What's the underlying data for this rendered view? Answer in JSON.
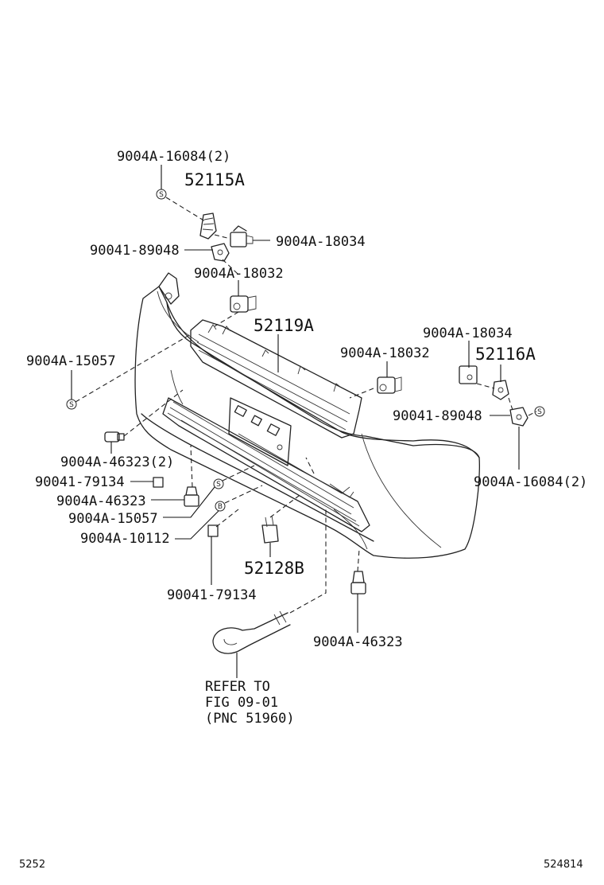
{
  "diagram": {
    "labels": {
      "bolt_16084": "9004A-16084(2)",
      "retainer_52115A": "52115A",
      "clip_18034_upper": "9004A-18034",
      "nut_89048_left": "90041-89048",
      "clip_18032_upper": "9004A-18032",
      "grille_52119A": "52119A",
      "screw_15057_left": "9004A-15057",
      "clip_18034_right": "9004A-18034",
      "retainer_52116A": "52116A",
      "clip_18032_right": "9004A-18032",
      "nut_89048_right": "90041-89048",
      "bolt_16084_right": "9004A-16084(2)",
      "fastener_46323_2": "9004A-46323(2)",
      "clip_79134_left": "90041-79134",
      "fastener_46323_left": "9004A-46323",
      "screw_15057_mid": "9004A-15057",
      "bolt_10112": "9004A-10112",
      "bracket_52128B": "52128B",
      "clip_79134_bottom": "90041-79134",
      "fastener_46323_bottom": "9004A-46323",
      "refer_line1": "REFER TO",
      "refer_line2": "FIG 09-01",
      "refer_line3": "(PNC 51960)"
    },
    "symbols": {
      "s": "S",
      "b": "B"
    },
    "footer": {
      "left_code": "5252",
      "right_code": "524814"
    }
  }
}
